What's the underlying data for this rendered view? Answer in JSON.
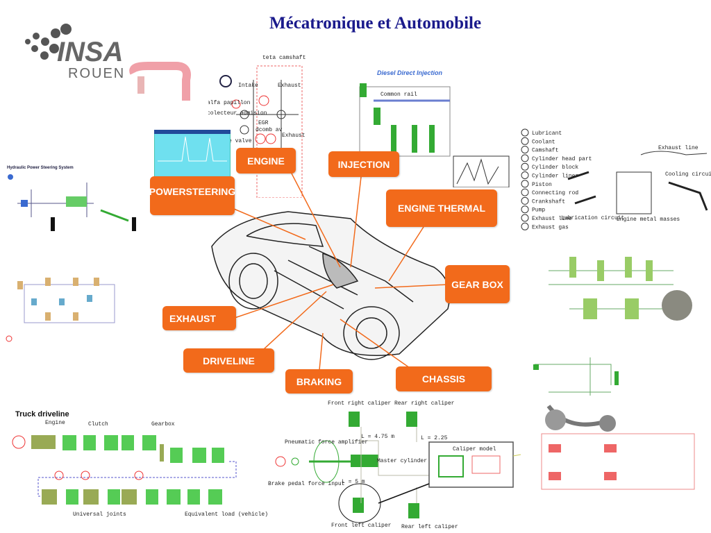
{
  "title": "Mécatronique et Automobile",
  "logo": {
    "text": "INSA",
    "sub": "ROUEN"
  },
  "labels": {
    "engine": "ENGINE",
    "injection": "INJECTION",
    "powersteering": "POWERSTEERING",
    "engine_thermal": "ENGINE THERMAL",
    "gear_box": "GEAR BOX",
    "exhaust": "EXHAUST",
    "driveline": "DRIVELINE",
    "braking": "BRAKING",
    "chassis": "CHASSIS"
  },
  "colors": {
    "accent": "#f26a1b",
    "title": "#1a1a8c",
    "schematic_green": "#33aa33",
    "schematic_red": "#e04040"
  },
  "engine_diagram": {
    "teta": "teta camshaft",
    "intake": "Intake",
    "exhaust": "Exhaust",
    "alfa": "alfa papillon",
    "colecteur": "colecteur admision",
    "egr": "EGR",
    "intake_valve": "Intake valve",
    "exhaust_valve": "Exhaust valve",
    "dcomb": "dcomb av"
  },
  "injection_diagram": {
    "title": "Diesel Direct Injection",
    "rail": "Common rail"
  },
  "steering_diagram": {
    "title": "Hydraulic Power Steering System"
  },
  "thermal_diagram": {
    "legend": [
      "Lubricant",
      "Coolant",
      "Camshaft",
      "Cylinder head part",
      "Cylinder block",
      "Cylinder liner",
      "Piston",
      "Connecting rod",
      "Crankshaft",
      "Pump",
      "Exhaust line",
      "Exhaust gas"
    ],
    "exhaust_line": "Exhaust line",
    "cooling": "Cooling circuit",
    "lubrication": "Lubrication circuit",
    "engine_masses": "Engine metal masses"
  },
  "truck": {
    "title": "Truck driveline",
    "engine": "Engine",
    "clutch": "Clutch",
    "gearbox": "Gearbox",
    "joints": "Universal joints",
    "load": "Equivalent load (vehicle)"
  },
  "brake": {
    "front_right": "Front right caliper",
    "rear_right": "Rear right caliper",
    "l1": "L = 4.75 m",
    "l2": "L = 2.25",
    "pneumatic": "Pneumatic force amplifier",
    "master": "Master cylinder",
    "caliper_model": "Caliper model",
    "pedal": "Brake pedal force input",
    "l3": "L = 5 m",
    "front_left": "Front left caliper",
    "rear_left": "Rear left caliper"
  }
}
